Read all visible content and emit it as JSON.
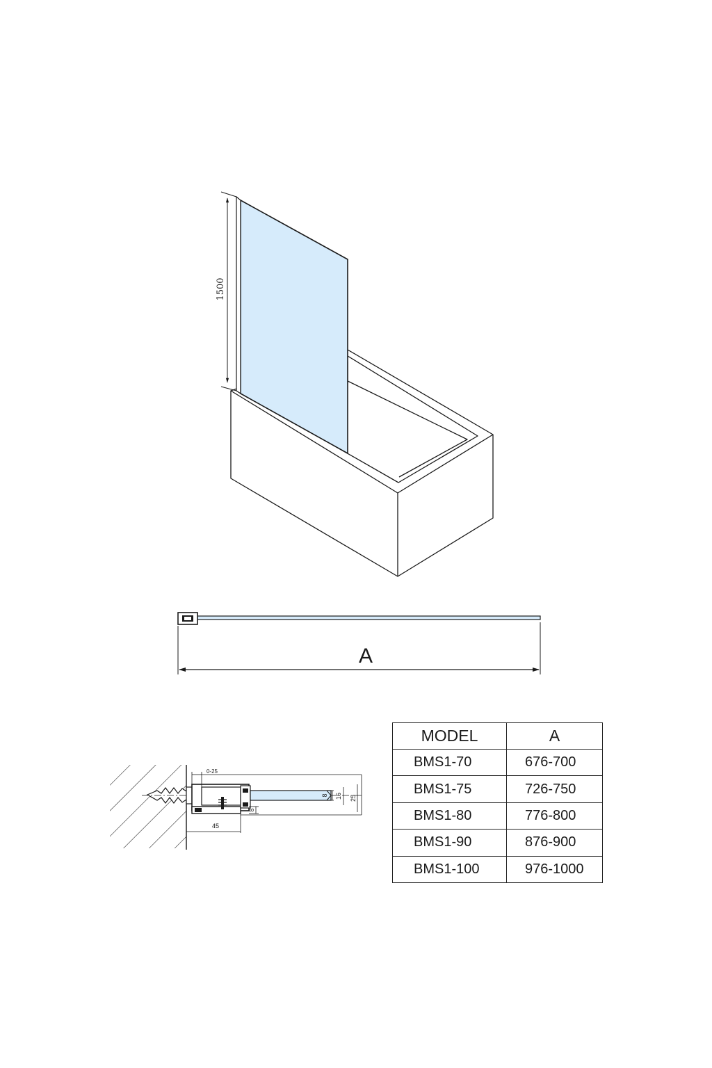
{
  "diagram": {
    "height_dimension": "1500",
    "width_dimension": "A",
    "profile_dimensions": {
      "adjust_range": "0-25",
      "glass_thickness": "8",
      "inner_height": "16",
      "outer_height": "25",
      "base_offset": "8",
      "profile_width": "45"
    },
    "colors": {
      "glass": "#d6ebfb",
      "line": "#1a1a1a"
    }
  },
  "table": {
    "headers": [
      "MODEL",
      "A"
    ],
    "rows": [
      {
        "model": "BMS1-70",
        "a": "676-700"
      },
      {
        "model": "BMS1-75",
        "a": "726-750"
      },
      {
        "model": "BMS1-80",
        "a": "776-800"
      },
      {
        "model": "BMS1-90",
        "a": "876-900"
      },
      {
        "model": "BMS1-100",
        "a": "976-1000"
      }
    ]
  }
}
